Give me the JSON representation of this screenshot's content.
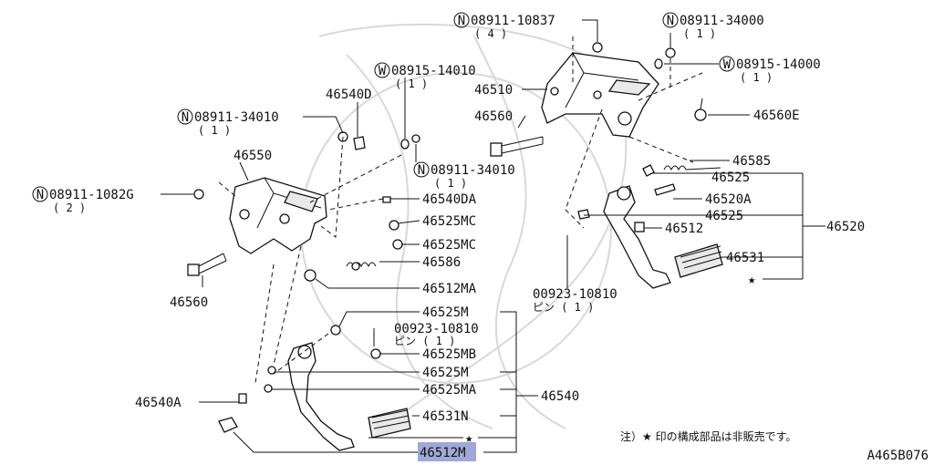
{
  "diagram_code": "A465B076",
  "note": "注）★ 印の構成部品は非販売です。",
  "star_glyph": "★",
  "selected_label": "46512M",
  "labels": {
    "n_08911_10837": "08911-10837",
    "n_08911_10837_qty": "( 4 )",
    "n_08911_34000": "08911-34000",
    "n_08911_34000_qty": "( 1 )",
    "w_08915_14000": "08915-14000",
    "w_08915_14000_qty": "( 1 )",
    "p_46510": "46510",
    "p_46560_top": "46560",
    "p_46560E": "46560E",
    "w_08915_14010": "08915-14010",
    "w_08915_14010_qty": "( 1 )",
    "p_46540D": "46540D",
    "n_08911_34010_a": "08911-34010",
    "n_08911_34010_a_qty": "( 1 )",
    "n_08911_34010_b": "08911-34010",
    "n_08911_34010_b_qty": "( 1 )",
    "p_46550": "46550",
    "n_08911_1082G": "08911-1082G",
    "n_08911_1082G_qty": "( 2 )",
    "p_46540DA": "46540DA",
    "p_46525MC_1": "46525MC",
    "p_46525MC_2": "46525MC",
    "p_46586": "46586",
    "p_46560_left": "46560",
    "p_46512MA": "46512MA",
    "p_46585": "46585",
    "p_46525_a": "46525",
    "p_46520A": "46520A",
    "p_46525_b": "46525",
    "p_46512": "46512",
    "p_46520": "46520",
    "p_46531": "46531",
    "pin_r": "00923-10810",
    "pin_r_sub": "ピン ( 1 )",
    "p_46525M_1": "46525M",
    "pin_l": "00923-10810",
    "pin_l_sub": "ピン ( 1 )",
    "p_46525MB": "46525MB",
    "p_46525M_2": "46525M",
    "p_46525MA": "46525MA",
    "p_46540": "46540",
    "p_46540A": "46540A",
    "p_46531N": "46531N"
  },
  "symbols": {
    "nut": "N",
    "washer": "W"
  }
}
